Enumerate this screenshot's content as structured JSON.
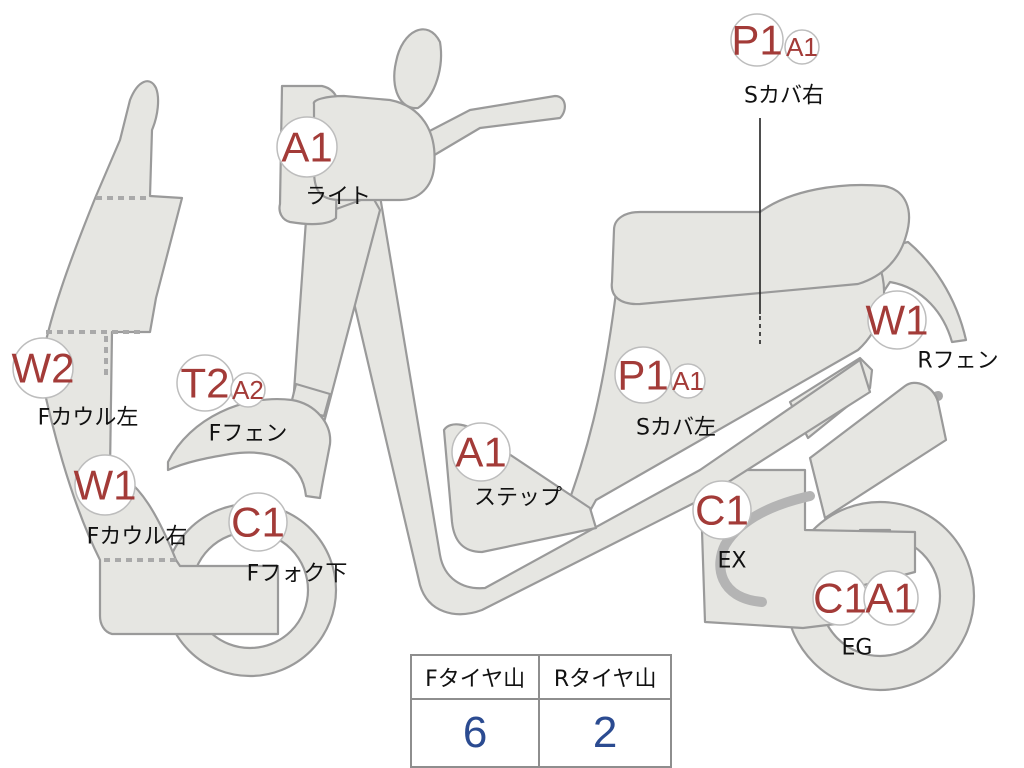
{
  "labels": [
    {
      "id": "light",
      "codes": [
        "A1"
      ],
      "text": "ライト"
    },
    {
      "id": "s-cover-right",
      "codes": [
        "P1",
        "A1"
      ],
      "text": "Sカバ右"
    },
    {
      "id": "f-cowl-left",
      "codes": [
        "W2"
      ],
      "text": "Fカウル左"
    },
    {
      "id": "f-fender",
      "codes": [
        "T2",
        "A2"
      ],
      "text": "Fフェン"
    },
    {
      "id": "f-cowl-right",
      "codes": [
        "W1"
      ],
      "text": "Fカウル右"
    },
    {
      "id": "f-fork-lower",
      "codes": [
        "C1"
      ],
      "text": "Fフォク下"
    },
    {
      "id": "step",
      "codes": [
        "A1"
      ],
      "text": "ステップ"
    },
    {
      "id": "s-cover-left",
      "codes": [
        "P1",
        "A1"
      ],
      "text": "Sカバ左"
    },
    {
      "id": "r-fender",
      "codes": [
        "W1"
      ],
      "text": "Rフェン"
    },
    {
      "id": "exhaust",
      "codes": [
        "C1"
      ],
      "text": "EX"
    },
    {
      "id": "engine",
      "codes": [
        "C1",
        "A1"
      ],
      "text": "EG"
    }
  ],
  "tire_table": {
    "headers": [
      "Fタイヤ山",
      "Rタイヤ山"
    ],
    "values": [
      "6",
      "2"
    ]
  },
  "colors": {
    "body_fill": "#e6e6e2",
    "outline": "#9a9a9a",
    "code_text": "#a33b38",
    "table_value": "#2b4b91"
  }
}
